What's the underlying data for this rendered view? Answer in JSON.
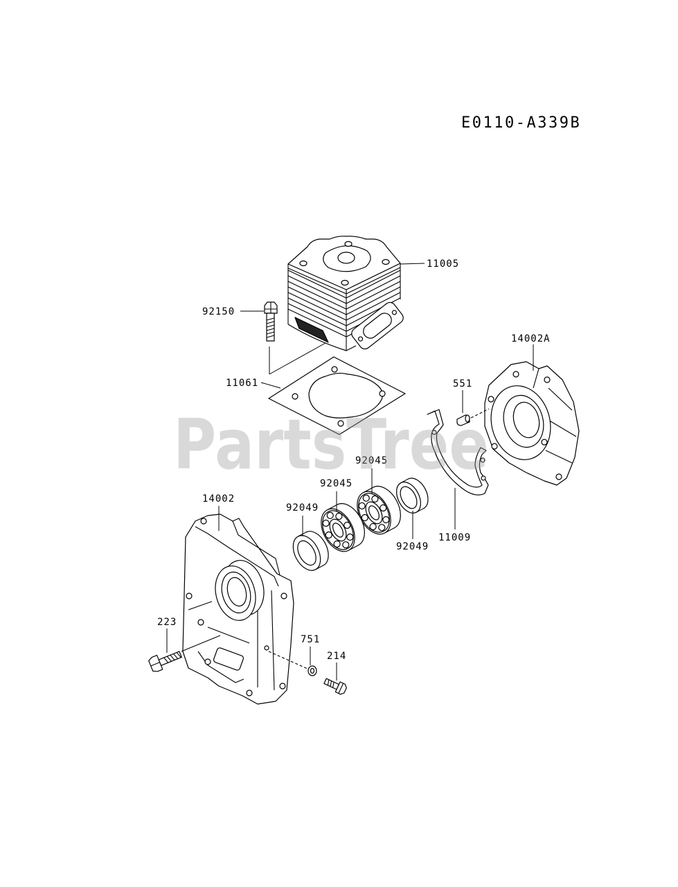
{
  "diagram_code": "E0110-A339B",
  "watermark": "PartsTree",
  "callouts": [
    "11005",
    "92150",
    "14002A",
    "11061",
    "551",
    "92045",
    "92045",
    "92049",
    "14002",
    "92049",
    "11009",
    "223",
    "751",
    "214"
  ]
}
